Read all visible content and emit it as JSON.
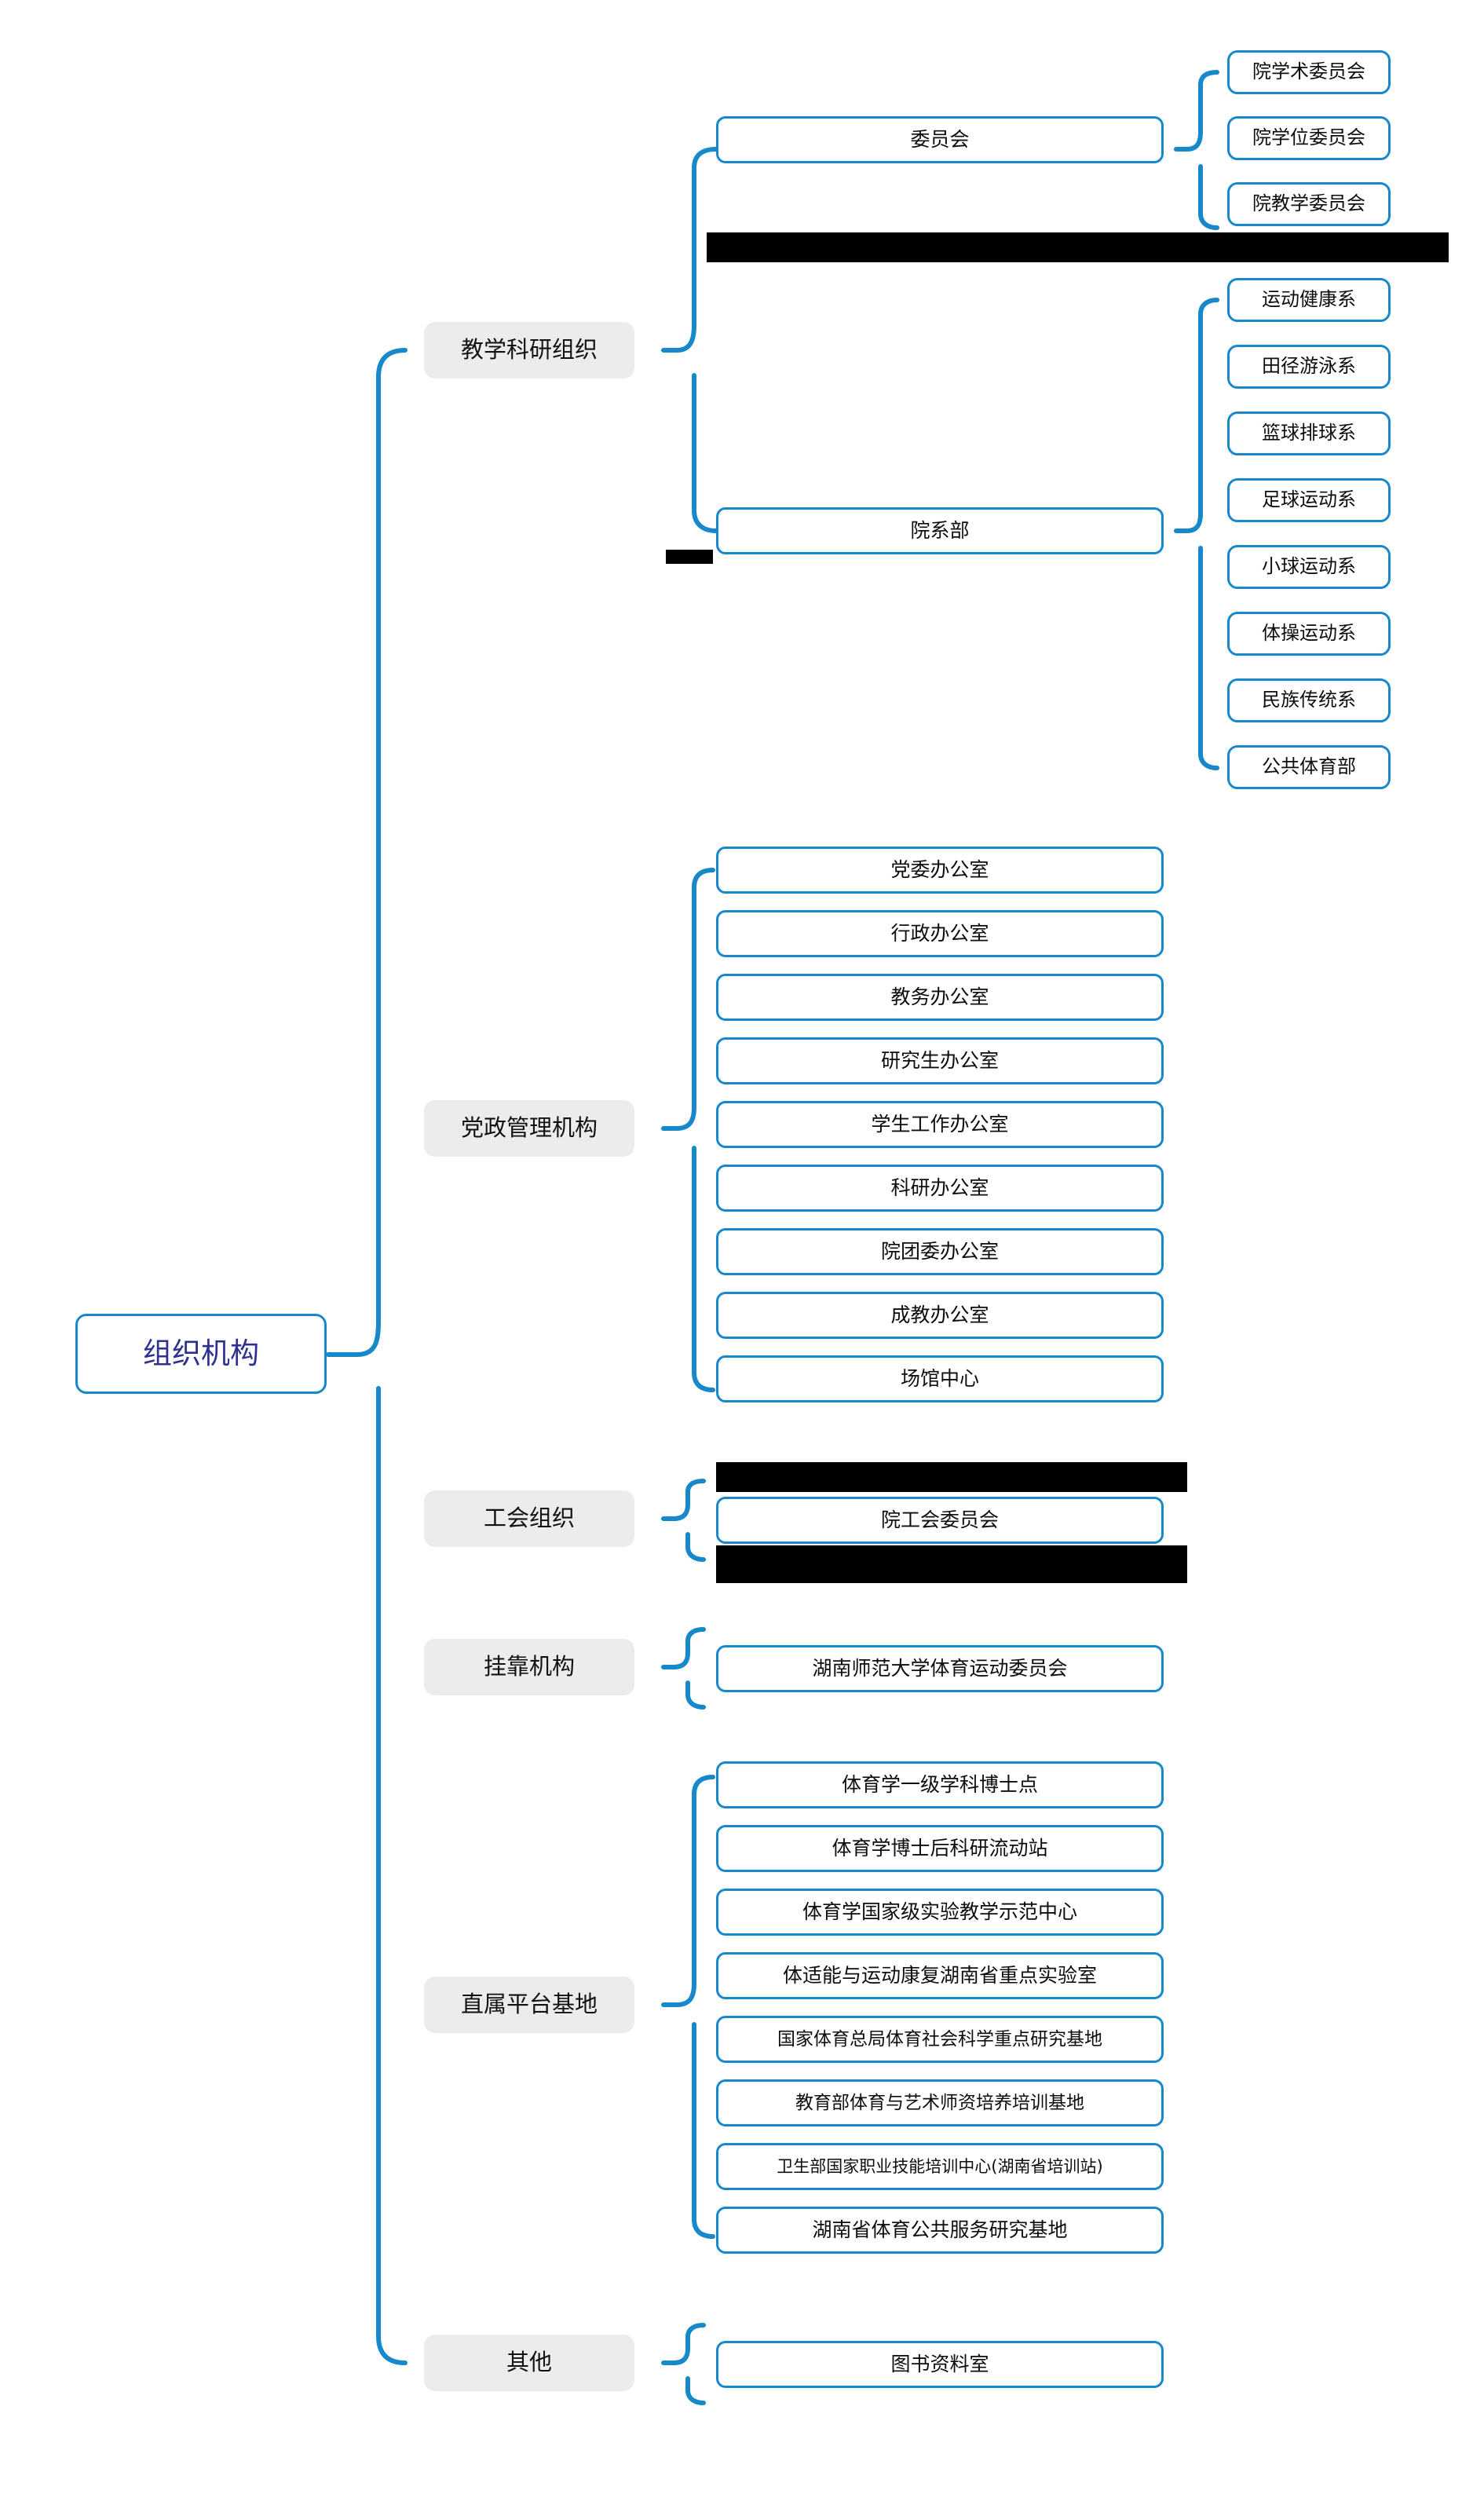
{
  "diagram": {
    "type": "org-chart-mindmap",
    "title": "组织机构",
    "accent_color": "#1789CA",
    "root_text_color": "#2E3192",
    "level2_bg_color": "#ECECEC",
    "background_color": "#FFFFFF",
    "redaction_color": "#000000"
  },
  "root": {
    "label": "组织机构"
  },
  "branches": [
    {
      "id": "teaching-research",
      "label": "教学科研组织",
      "children": [
        {
          "id": "committees",
          "label": "委员会",
          "children": [
            {
              "label": "院学术委员会"
            },
            {
              "label": "院学位委员会"
            },
            {
              "label": "院教学委员会"
            }
          ]
        },
        {
          "id": "departments",
          "label": "院系部",
          "children": [
            {
              "label": "运动健康系"
            },
            {
              "label": "田径游泳系"
            },
            {
              "label": "篮球排球系"
            },
            {
              "label": "足球运动系"
            },
            {
              "label": "小球运动系"
            },
            {
              "label": "体操运动系"
            },
            {
              "label": "民族传统系"
            },
            {
              "label": "公共体育部"
            }
          ]
        }
      ]
    },
    {
      "id": "party-admin",
      "label": "党政管理机构",
      "children": [
        {
          "label": "党委办公室"
        },
        {
          "label": "行政办公室"
        },
        {
          "label": "教务办公室"
        },
        {
          "label": "研究生办公室"
        },
        {
          "label": "学生工作办公室"
        },
        {
          "label": "科研办公室"
        },
        {
          "label": "院团委办公室"
        },
        {
          "label": "成教办公室"
        },
        {
          "label": "场馆中心"
        }
      ]
    },
    {
      "id": "union",
      "label": "工会组织",
      "children": [
        {
          "label": "院工会委员会"
        }
      ]
    },
    {
      "id": "affiliated",
      "label": "挂靠机构",
      "children": [
        {
          "label": "湖南师范大学体育运动委员会"
        }
      ]
    },
    {
      "id": "platforms",
      "label": "直属平台基地",
      "children": [
        {
          "label": "体育学一级学科博士点"
        },
        {
          "label": "体育学博士后科研流动站"
        },
        {
          "label": "体育学国家级实验教学示范中心"
        },
        {
          "label": "体适能与运动康复湖南省重点实验室"
        },
        {
          "label": "国家体育总局体育社会科学重点研究基地"
        },
        {
          "label": "教育部体育与艺术师资培养培训基地"
        },
        {
          "label": "卫生部国家职业技能培训中心(湖南省培训站)"
        },
        {
          "label": "湖南省体育公共服务研究基地"
        }
      ]
    },
    {
      "id": "other",
      "label": "其他",
      "children": [
        {
          "label": "图书资料室"
        }
      ]
    }
  ],
  "redactions": [
    {
      "id": "redaction-top-committees",
      "note": "black bar"
    },
    {
      "id": "redaction-departments-small",
      "note": "black bar"
    },
    {
      "id": "redaction-union-above",
      "note": "black bar"
    },
    {
      "id": "redaction-union-below",
      "note": "black bar"
    }
  ]
}
